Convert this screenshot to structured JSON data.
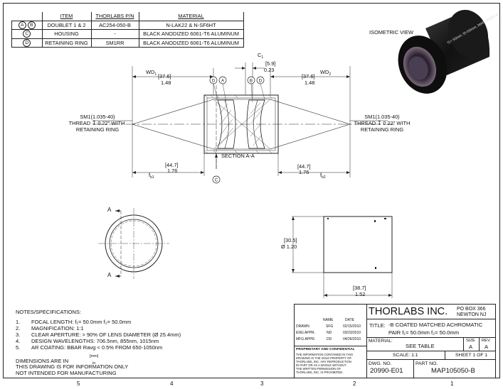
{
  "bom": {
    "headers": [
      "ITEM",
      "THORLABS P/N",
      "MATERIAL"
    ],
    "rows": [
      {
        "marks": [
          "A",
          "B"
        ],
        "item": "DOUBLET 1 & 2",
        "pn": "AC254-050-B",
        "material": "N-LAK22 & N-SF6HT"
      },
      {
        "marks": [
          "C"
        ],
        "item": "HOUSING",
        "pn": "-",
        "material": "BLACK ANODIZED 6061-T6 ALUMINUM"
      },
      {
        "marks": [
          "D"
        ],
        "item": "RETAINING RING",
        "pn": "SM1RR",
        "material": "BLACK ANODIZED 6061-T6 ALUMINUM"
      }
    ]
  },
  "iso": {
    "label": "ISOMETRIC VIEW",
    "engraving": "f1= 50mm, f2=50mm, MAP105050-B"
  },
  "section": {
    "wd1": "WD",
    "wd1_sub": "1",
    "wd1_bracket": "[37.6]",
    "wd1_value": "1.48",
    "wd2": "WD",
    "wd2_sub": "2",
    "wd2_bracket": "[37.6]",
    "wd2_value": "1.48",
    "c1": "C",
    "c1_sub": "1",
    "c1_bracket": "[5.9]",
    "c1_value": "0.23",
    "thread_left": [
      "SM1(1.035-40)",
      "THREAD ↧ 0.22\" WITH",
      "RETAINING RING"
    ],
    "thread_right": [
      "SM1(1.035-40)",
      "THREAD ↧ 0.22\" WITH",
      "RETAINING RING"
    ],
    "section_label": "SECTION A-A",
    "fb1_bracket": "[44.7]",
    "fb1_value": "1.76",
    "fb1": "f",
    "fb1_sub": "b1",
    "fb2_bracket": "[44.7]",
    "fb2_value": "1.76",
    "fb2": "f",
    "fb2_sub": "b2",
    "marks": {
      "d_left": "D",
      "a": "A",
      "b": "B",
      "d_right": "D",
      "c": "C"
    }
  },
  "front": {
    "arrow_top": "A",
    "arrow_bottom": "A"
  },
  "side": {
    "dia_bracket": "[30.5]",
    "dia_value": "Ø 1.20",
    "len_bracket": "[38.7]",
    "len_value": "1.52"
  },
  "notes": {
    "heading": "NOTES/SPECIFICATIONS:",
    "items": [
      {
        "n": "1.",
        "text": "FOCAL LENGTH: f₁= 50.0mm  f₂= 50.0mm"
      },
      {
        "n": "2.",
        "text": "MAGNIFICATION: 1:1"
      },
      {
        "n": "3.",
        "text": "CLEAR APERTURE: > 90% OF LENS DIAMETER (Ø 25.4mm)"
      },
      {
        "n": "4.",
        "text": "DESIGN WAVELENGTHS: 706.5nm, 855nm, 1015nm"
      },
      {
        "n": "5.",
        "text": "AR COATING: BBAR Ravg < 0.5% FROM 650-1050nm"
      }
    ],
    "units_top": "[mm]",
    "units_bottom": "in",
    "units_text": "DIMENSIONS ARE IN",
    "info1": "THIS DRAWING IS FOR INFORMATION ONLY",
    "info2": "NOT INTENDED FOR MANUFACTURING"
  },
  "title_block": {
    "company": "THORLABS INC.",
    "address1": "PO BOX 366",
    "address2": "NEWTON NJ",
    "name_hdr": "NAME",
    "date_hdr": "DATE",
    "approvals": [
      {
        "role": "DRAWN",
        "name": "SFG",
        "date": "02/15/2010"
      },
      {
        "role": "ENG APPR.",
        "name": "ND",
        "date": "03/23/2010"
      },
      {
        "role": "MFG APPR.",
        "name": "DD",
        "date": "04/26/2010"
      }
    ],
    "title_label": "TITLE:",
    "title_line1": "-B COATED MATCHED ACHROMATIC",
    "title_line2": "PAIR  f₁= 50.0mm  f₂= 50.0mm",
    "prop_heading": "PROPRIETARY AND CONFIDENTIAL",
    "prop_text": [
      "THE INFORMATION CONTAINED IN THIS",
      "DRAWING IS THE SOLE PROPERTY OF",
      "THORLABS, INC. ANY REPRODUCTION",
      "IN PART OR AS A WHOLE WITHOUT",
      "THE WRITTEN PERMISSION OF",
      "THORLABS, INC. IS PROHIBITED."
    ],
    "material_label": "MATERIAL:",
    "material_value": "SEE TABLE",
    "size_label": "SIZE",
    "size_value": "A",
    "rev_label": "REV.",
    "rev_value": "A",
    "scale": "SCALE: 1:1",
    "sheet": "SHEET 1 OF 1",
    "dwg_label": "DWG. NO.",
    "dwg_value": "20990-E01",
    "part_label": "PART NO.",
    "part_value": "MAP105050-B"
  },
  "zones": [
    "5",
    "4",
    "3",
    "2",
    "1"
  ]
}
